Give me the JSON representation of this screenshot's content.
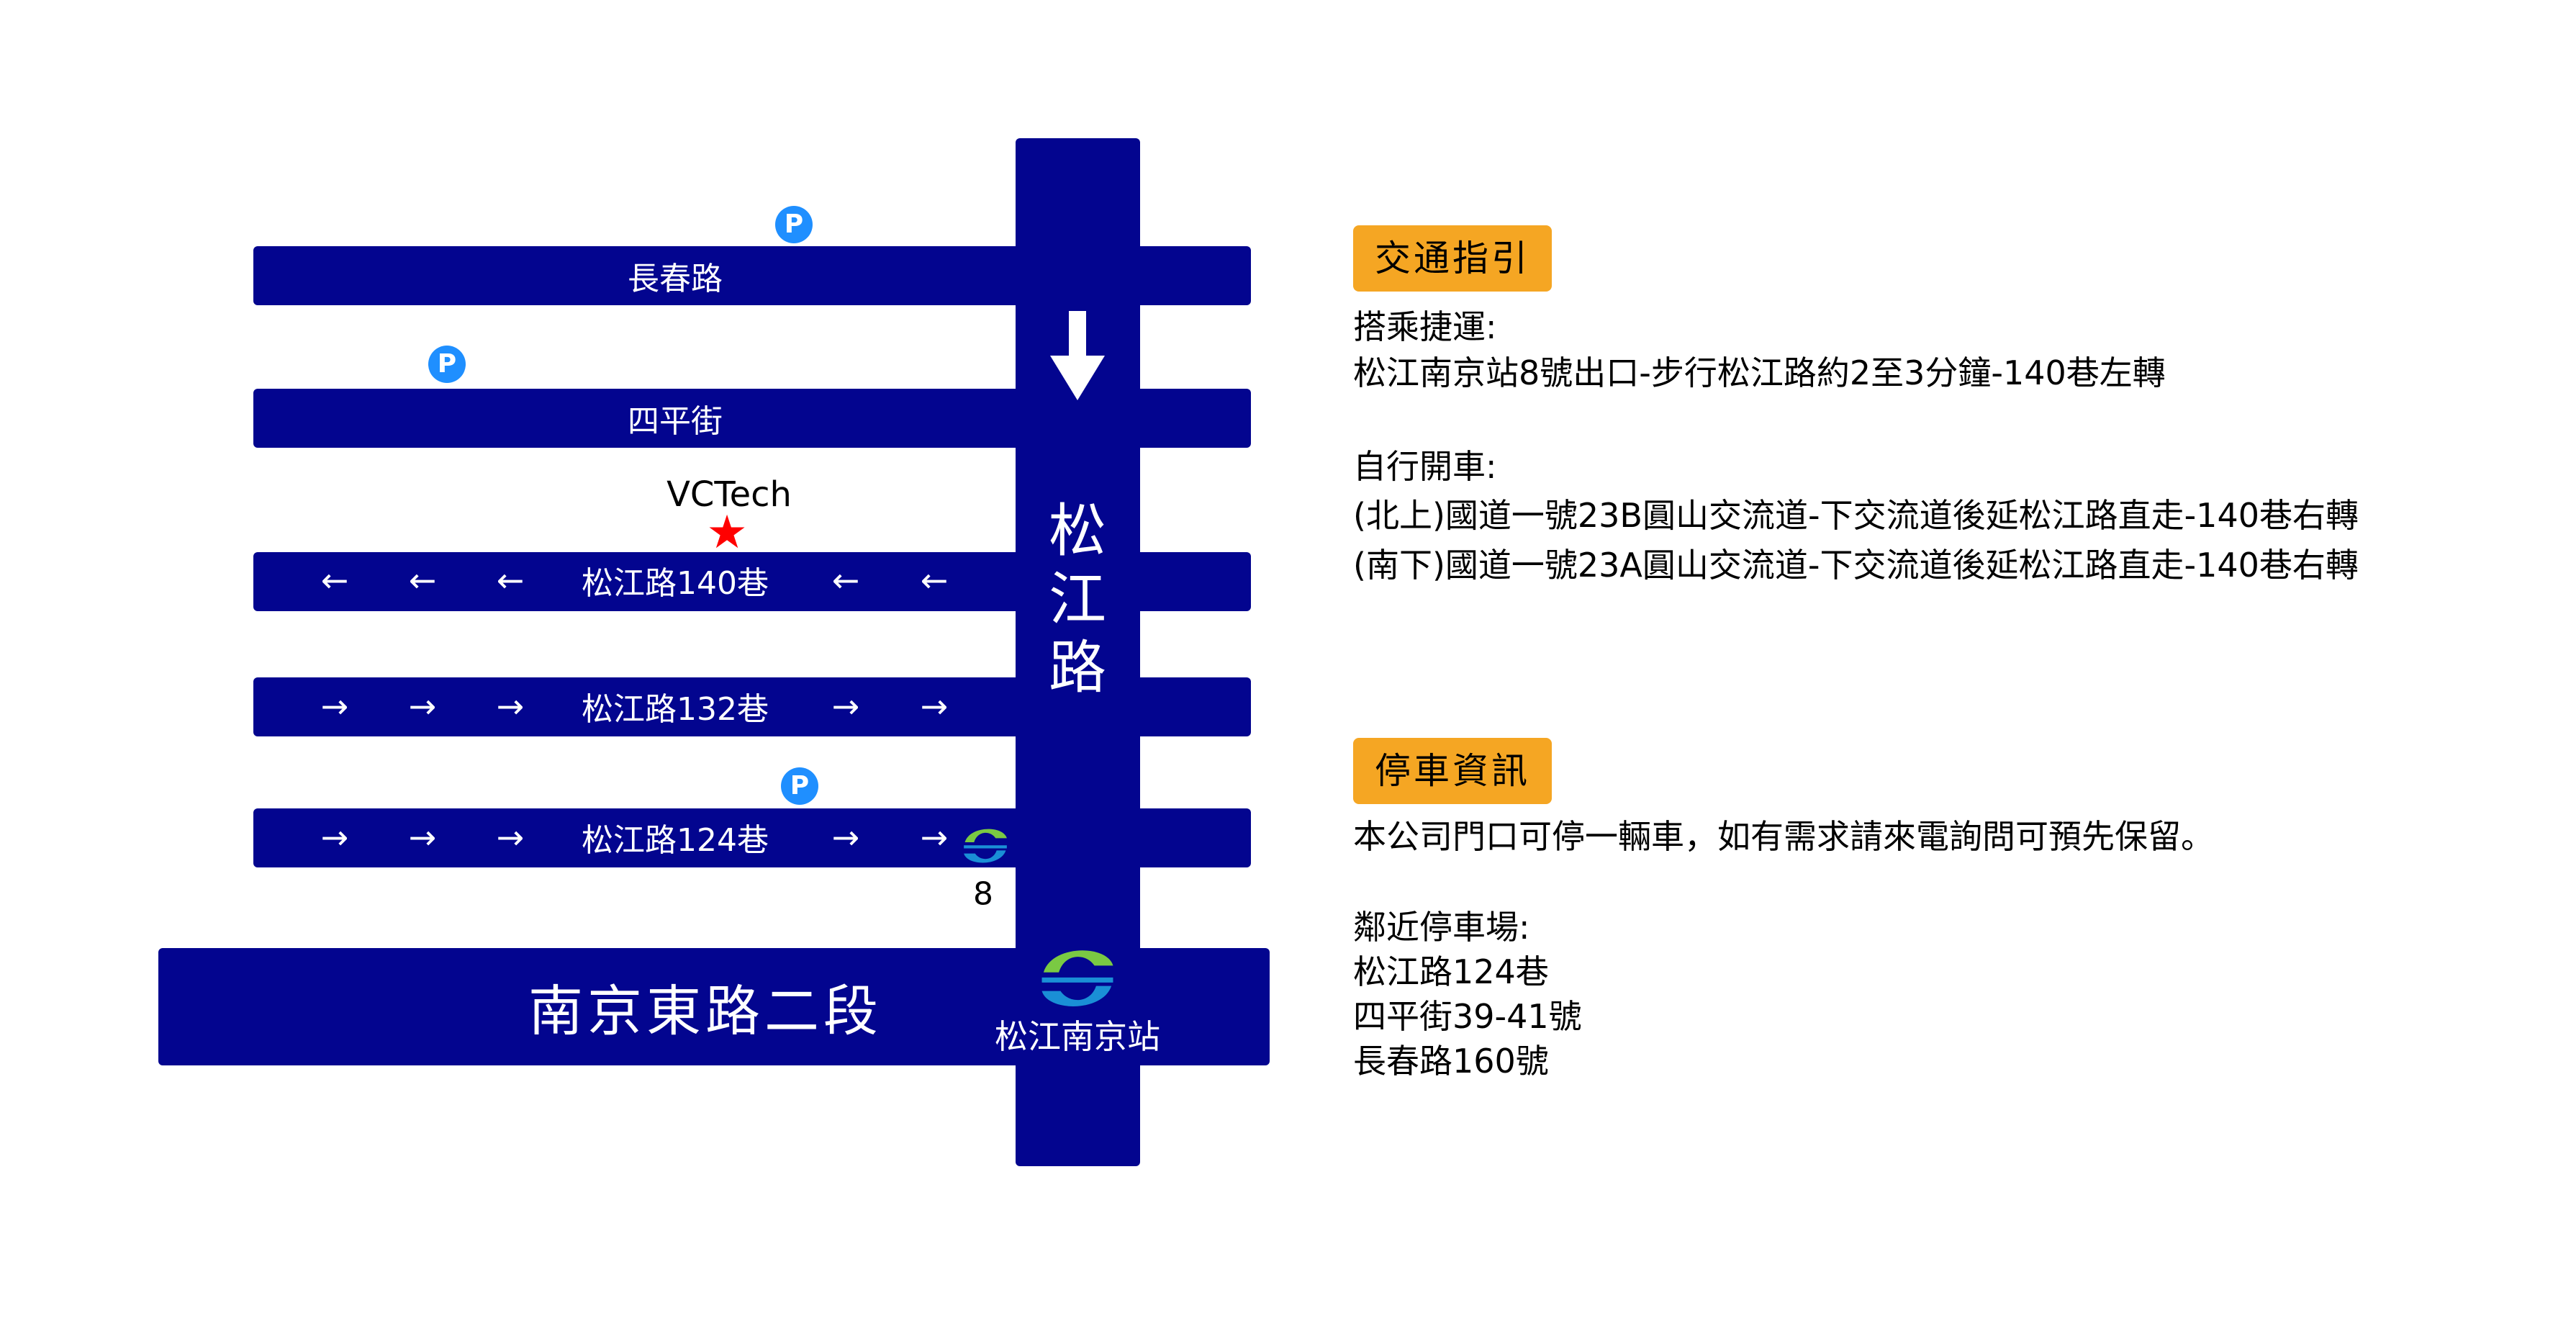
{
  "map": {
    "roads": {
      "changchun": "長春路",
      "siping": "四平街",
      "lane140": "松江路140巷",
      "lane132": "松江路132巷",
      "lane124": "松江路124巷",
      "nanjing": "南京東路二段",
      "songjiang_chars": [
        "松",
        "江",
        "路"
      ]
    },
    "marker": {
      "label": "VCTech"
    },
    "station": {
      "label": "松江南京站",
      "exit_number": "8"
    },
    "parking_symbol": "P",
    "arrow_left": "←",
    "arrow_right": "→",
    "colors": {
      "road": "#03058f",
      "parking": "#1f8fff",
      "marker": "#ff0000",
      "heading": "#f5a623"
    }
  },
  "info": {
    "transit": {
      "heading": "交通指引",
      "lines": [
        "搭乘捷運:",
        "松江南京站8號出口-步行松江路約2至3分鐘-140巷左轉",
        "",
        "自行開車:",
        "(北上)國道一號23B圓山交流道-下交流道後延松江路直走-140巷右轉",
        "(南下)國道一號23A圓山交流道-下交流道後延松江路直走-140巷右轉"
      ]
    },
    "parking": {
      "heading": "停車資訊",
      "lines": [
        "本公司門口可停一輛車，如有需求請來電詢問可預先保留。",
        "",
        "鄰近停車場:",
        "松江路124巷",
        "四平街39-41號",
        "長春路160號"
      ]
    }
  }
}
